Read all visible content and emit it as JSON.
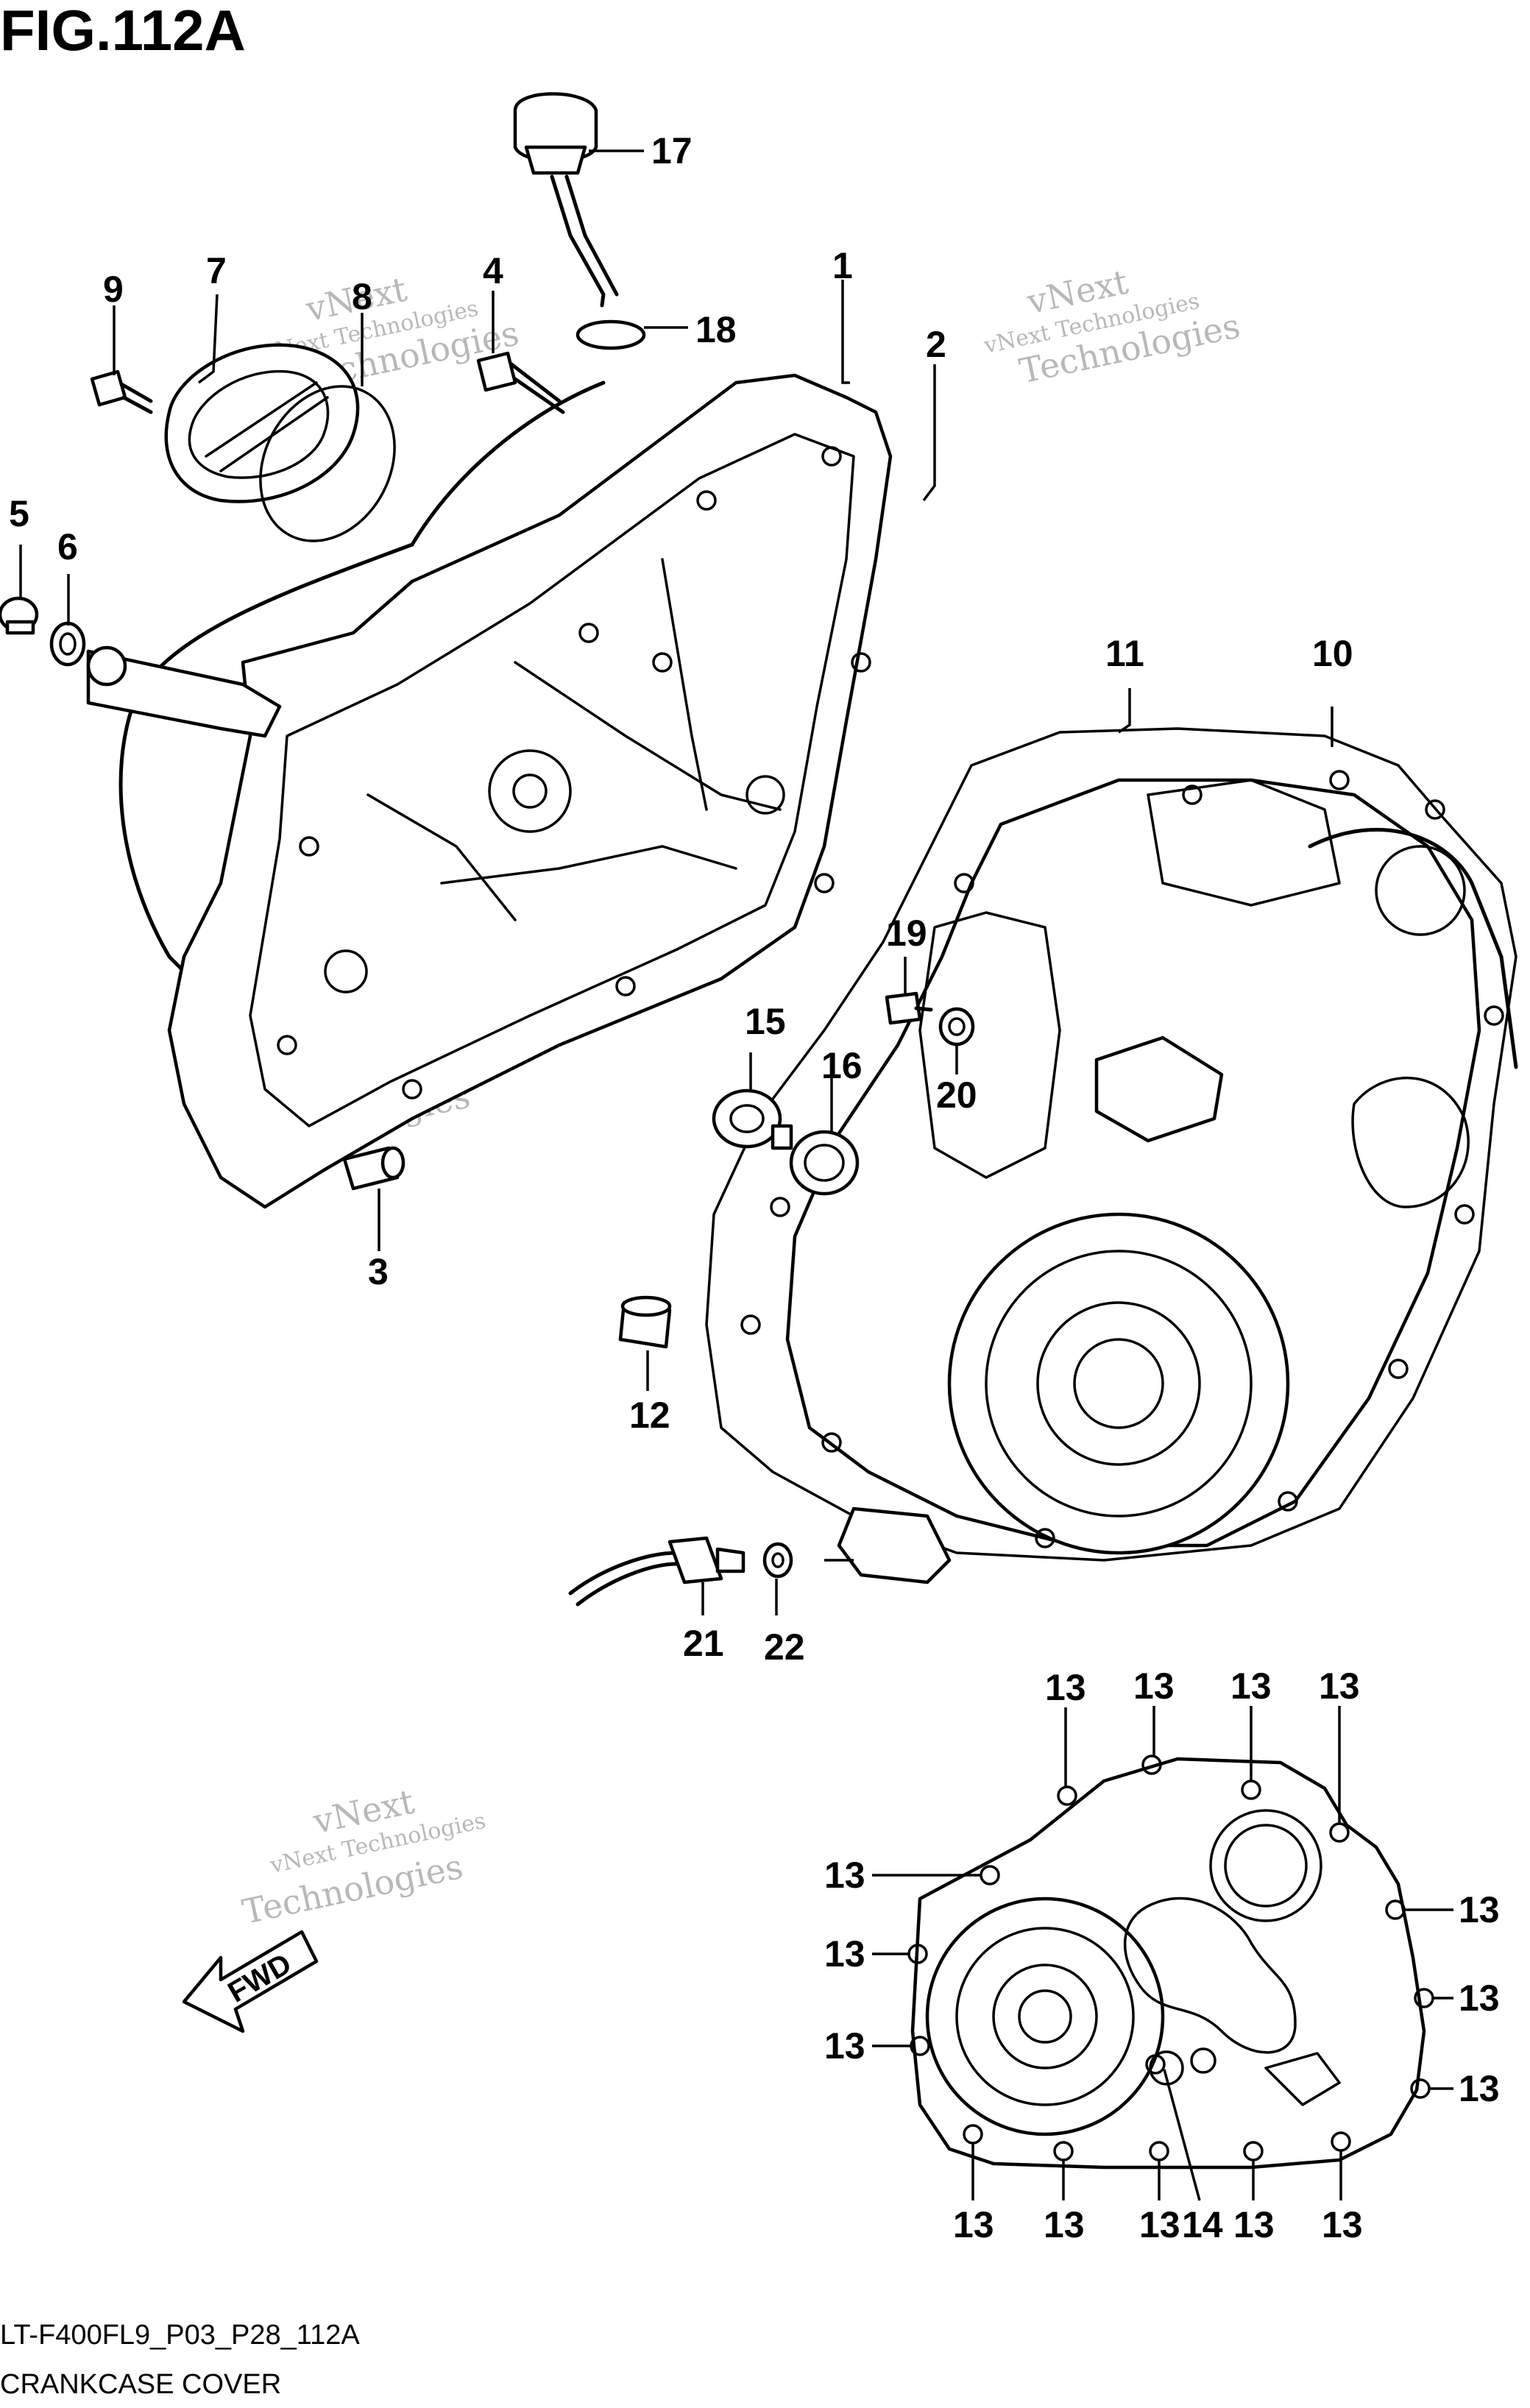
{
  "figure": {
    "title": "FIG.112A",
    "code": "LT-F400FL9_P03_P28_112A",
    "name": "CRANKCASE COVER"
  },
  "watermark": {
    "line1": "vNext Technologies",
    "line2": "vNext",
    "line3": "Technologies"
  },
  "direction_arrow": {
    "label": "FWD"
  },
  "callouts": {
    "p1": "1",
    "p2": "2",
    "p3": "3",
    "p4": "4",
    "p5": "5",
    "p6": "6",
    "p7": "7",
    "p8": "8",
    "p9": "9",
    "p10": "10",
    "p11": "11",
    "p12": "12",
    "p15": "15",
    "p16": "16",
    "p17": "17",
    "p18": "18",
    "p19": "19",
    "p20": "20",
    "p21": "21",
    "p22": "22",
    "p13": "13",
    "p14": "14"
  }
}
